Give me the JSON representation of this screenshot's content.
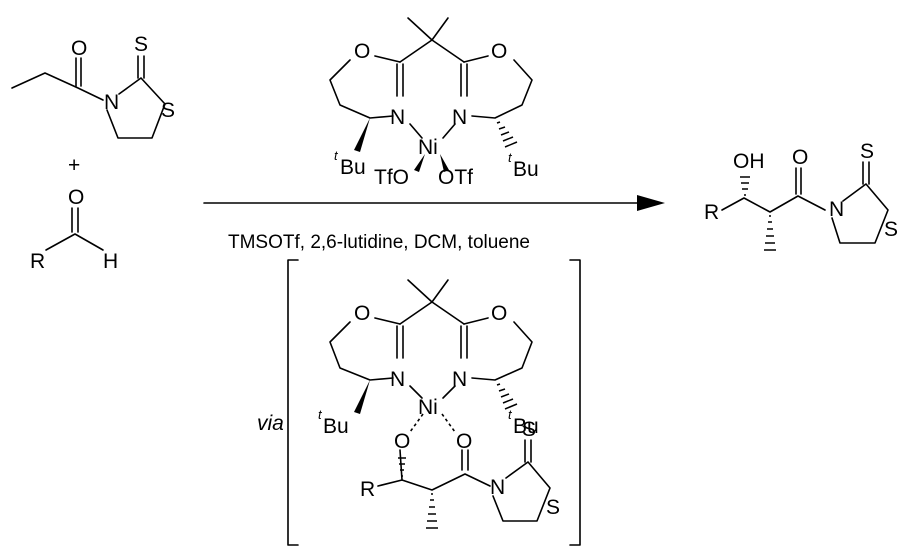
{
  "atoms": {
    "O": "O",
    "S": "S",
    "N": "N",
    "Ni": "Ni",
    "H": "H",
    "R": "R",
    "OH": "OH",
    "Bu": "Bu",
    "TfO": "TfO",
    "OTf": "OTf",
    "t": "t"
  },
  "plus": "+",
  "conditions": "TMSOTf, 2,6-lutidine, DCM, toluene",
  "via": "via"
}
